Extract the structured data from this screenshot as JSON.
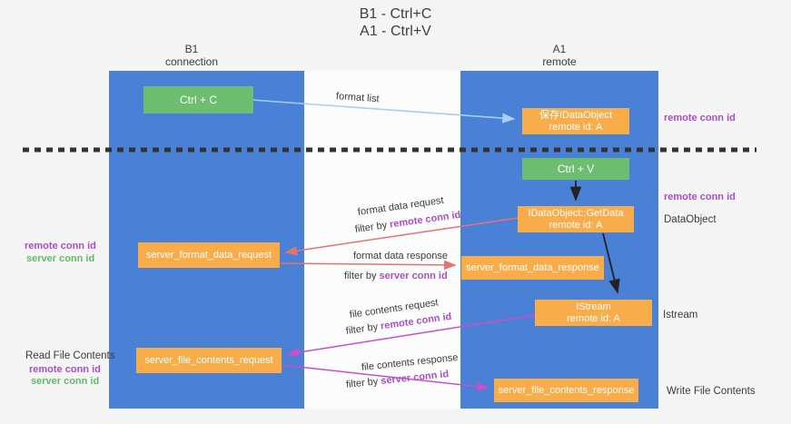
{
  "title": {
    "line1": "B1 - Ctrl+C",
    "line2": "A1 - Ctrl+V"
  },
  "lanes": {
    "left": {
      "name": "B1",
      "subtitle": "connection"
    },
    "right": {
      "name": "A1",
      "subtitle": "remote"
    }
  },
  "nodes": {
    "ctrl_c": {
      "label": "Ctrl + C"
    },
    "ctrl_v": {
      "label": "Ctrl + V"
    },
    "save_idataobject": {
      "line1": "保存IDataObject",
      "line2": "remote id: A"
    },
    "idataobject_getdata": {
      "line1": "IDataObject::GetData",
      "line2": "remote id: A"
    },
    "istream": {
      "line1": "IStream",
      "line2": "remote id: A"
    },
    "server_format_data_request": {
      "label": "server_format_data_request"
    },
    "server_format_data_response": {
      "label": "server_format_data_response"
    },
    "server_file_contents_request": {
      "label": "server_file_contents_request"
    },
    "server_file_contents_response": {
      "label": "server_file_contents_response"
    }
  },
  "edge_labels": {
    "format_list": "format list",
    "format_data_request": "format data request",
    "format_data_request_filter_prefix": "filter by ",
    "format_data_request_filter_key": "remote conn id",
    "format_data_response": "format data response",
    "format_data_response_filter_prefix": "filter by ",
    "format_data_response_filter_key": "server conn id",
    "file_contents_request": "file contents request",
    "file_contents_request_filter_prefix": "filter by ",
    "file_contents_request_filter_key": "remote conn id",
    "file_contents_response": "file contents response",
    "file_contents_response_filter_prefix": "filter by ",
    "file_contents_response_filter_key": "server conn id"
  },
  "side_labels": {
    "top_right_remote_conn_id": "remote conn id",
    "mid_right_remote_conn_id": "remote conn id",
    "dataobject": "DataObject",
    "istream": "Istream",
    "write_file_contents": "Write File Contents",
    "read_file_contents": "Read File Contents",
    "left_mid_remote_conn_id": "remote conn id",
    "left_mid_server_conn_id": "server conn id",
    "left_bottom_remote_conn_id": "remote conn id",
    "left_bottom_server_conn_id": "server conn id"
  },
  "colors": {
    "lane_blue": "#4a80d5",
    "node_orange": "#f8ad4a",
    "node_green": "#6ebe71",
    "arrow_black": "#222222",
    "arrow_salmon": "#e87272",
    "arrow_magenta": "#c750c8",
    "arrow_lightblue": "#a6cff2",
    "text_purple": "#a84fc8",
    "text_green": "#63bb66",
    "text_dark": "#3b3b3b"
  }
}
